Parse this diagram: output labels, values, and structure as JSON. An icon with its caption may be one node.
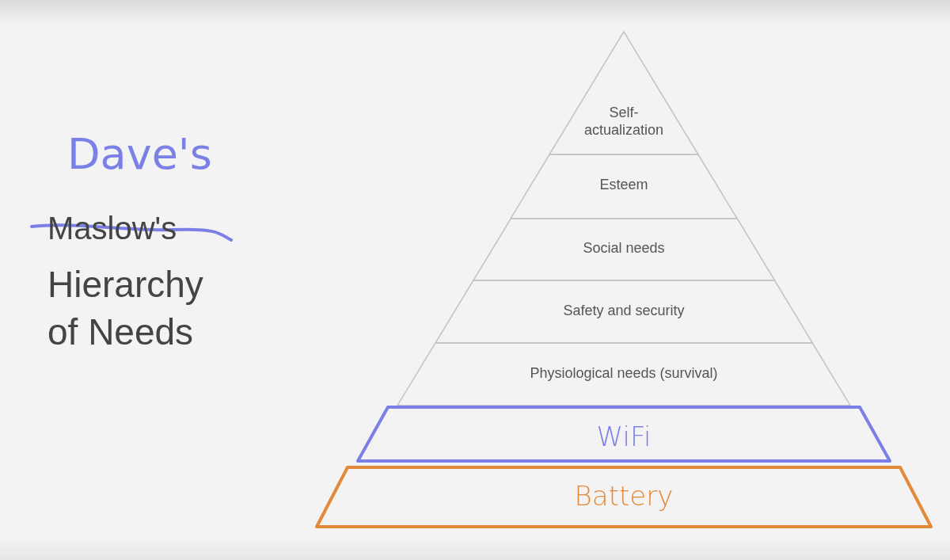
{
  "diagram": {
    "nodes": [
      {
        "text": [
          "Self-actualization"
        ]
      },
      {
        "text": [
          "Esteem"
        ]
      },
      {
        "text": [
          "Social needs"
        ]
      },
      {
        "text": [
          "Safety and security"
        ]
      },
      {
        "text": [
          "Physiological needs (survival)"
        ]
      },
      {
        "text": [
          "WiFi"
        ]
      },
      {
        "text": [
          "Battery"
        ]
      }
    ],
    "labels": [
      "Dave's",
      "Maslow's",
      "Hierarchy of Needs"
    ]
  }
}
